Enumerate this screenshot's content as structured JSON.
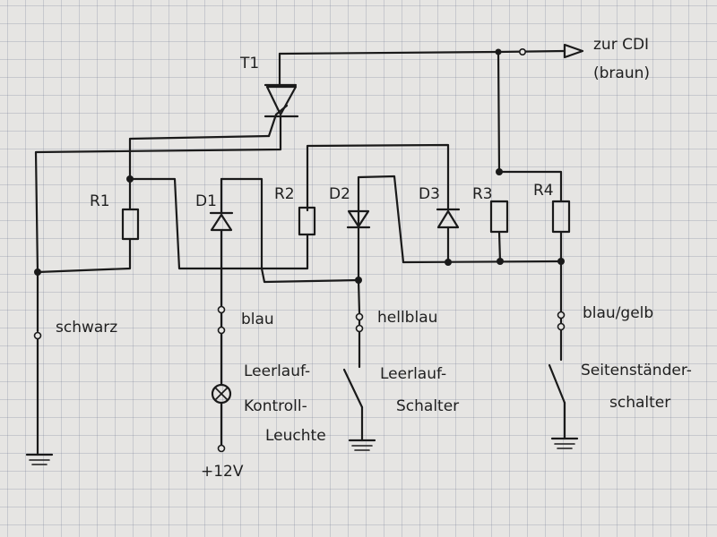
{
  "transistor": {
    "label": "T1"
  },
  "output": {
    "line1": "zur CDI",
    "line2": "(braun)"
  },
  "components": {
    "r1": "R1",
    "d1": "D1",
    "r2": "R2",
    "d2": "D2",
    "d3": "D3",
    "r3": "R3",
    "r4": "R4"
  },
  "wires": {
    "black": "schwarz",
    "blue": "blau",
    "lightblue": "hellblau",
    "bluyellow": "blau/gelb"
  },
  "lamp": {
    "line1": "Leerlauf-",
    "line2": "Kontroll-",
    "line3": "Leuchte"
  },
  "supply": "+12V",
  "idle_switch": {
    "line1": "Leerlauf-",
    "line2": "Schalter"
  },
  "stand_switch": {
    "line1": "Seitenständer-",
    "line2": "schalter"
  }
}
